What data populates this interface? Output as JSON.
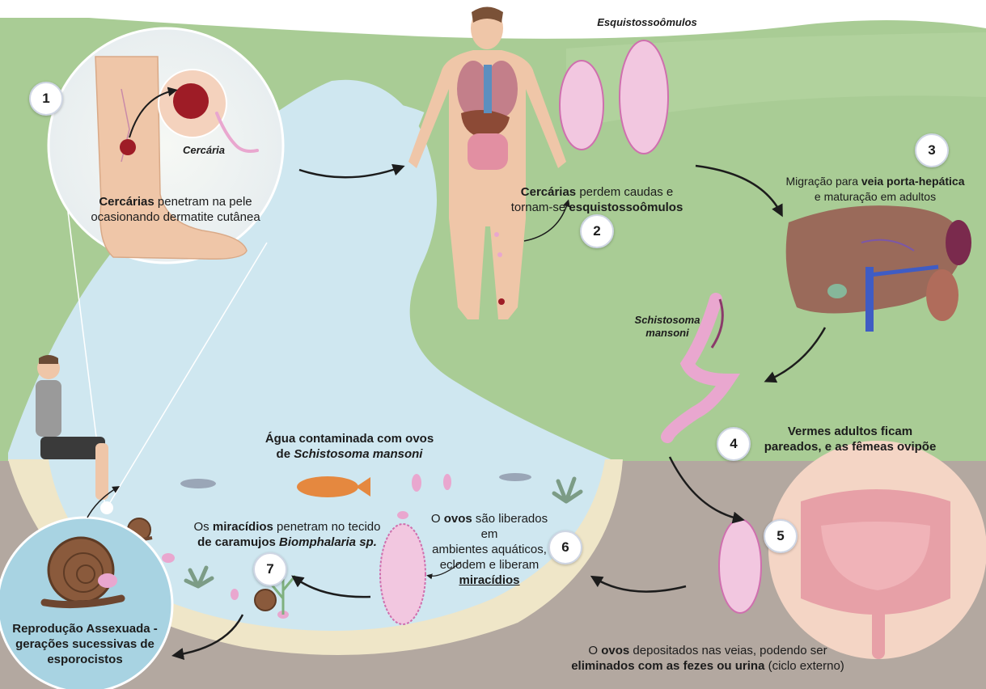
{
  "steps": [
    "1",
    "2",
    "3",
    "4",
    "5",
    "6",
    "7"
  ],
  "labels": {
    "cercaria_tag": "Cercária",
    "esquisto_tag": "Esquistossoômulos",
    "worm_tag_line1": "Schistosoma",
    "worm_tag_line2": "mansoni",
    "step1_bold": "Cercárias",
    "step1_rest": " penetram na pele",
    "step1_line2": "ocasionando dermatite cutânea",
    "step2_bold": "Cercárias",
    "step2_rest": " perdem caudas e",
    "step2_line2_pre": "tornam-se ",
    "step2_line2_bold": "esquistossoômulos",
    "step3_pre": "Migração para ",
    "step3_bold": "veia porta-hepática",
    "step3_line2": "e maturação em adultos",
    "step4_line1": "Vermes adultos ficam",
    "step4_line2": "pareados, e as fêmeas ovipõe",
    "water_line1": "Água contaminada com ovos",
    "water_line2_pre": "de ",
    "water_line2_it": "Schistosoma mansoni",
    "step6_pre": "O ",
    "step6_bold": "ovos",
    "step6_rest": " são liberados em",
    "step6_line2": "ambientes aquáticos,",
    "step6_line3": "eclodem e liberam",
    "step6_line4": "miracídios",
    "step7_pre": "Os ",
    "step7_bold": "miracídios",
    "step7_rest": " penetram no tecido",
    "step7_line2_pre": "de caramujos ",
    "step7_line2_it": "Biomphalaria sp.",
    "step5_pre": "O ",
    "step5_bold": "ovos",
    "step5_rest": " depositados nas veias, podendo ser",
    "step5_line2_bold": "eliminados com as fezes ou urina",
    "step5_line2_rest": " (ciclo externo)",
    "snail_line1": "Reprodução Assexuada -",
    "snail_line2": "gerações sucessivas de",
    "snail_line3": "esporocistos"
  },
  "colors": {
    "grass": "#a9cc95",
    "water": "#cfe7f0",
    "soil": "#b3a8a0",
    "sand": "#efe6c8",
    "parasite": "#e9a7cf",
    "snail_circle": "#a8d3e2",
    "accent_red": "#9e1c26"
  },
  "icons": [
    "leg-icon",
    "cercaria-icon",
    "human-body-icon",
    "schistosomulum-icon",
    "liver-icon",
    "worm-icon",
    "intestine-icon",
    "egg-icon",
    "miracidium-icon",
    "snail-icon",
    "fish-icon",
    "seated-person-icon",
    "arrow-icon"
  ]
}
